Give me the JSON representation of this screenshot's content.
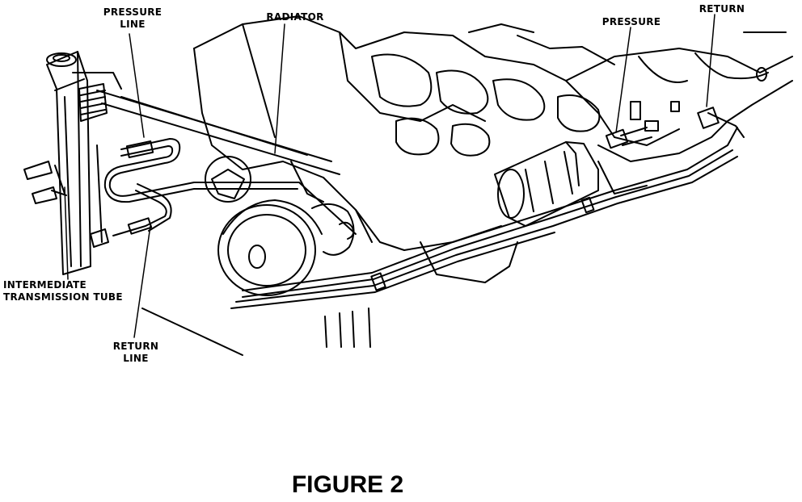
{
  "labels": {
    "pressure_line": [
      "PRESSURE",
      "LINE"
    ],
    "radiator": "RADIATOR",
    "pressure": "PRESSURE",
    "return": "RETURN",
    "intermediate_tube": [
      "INTERMEDIATE",
      "TRANSMISSION TUBE"
    ],
    "return_line": [
      "RETURN",
      "LINE"
    ]
  },
  "caption": "FIGURE 2"
}
